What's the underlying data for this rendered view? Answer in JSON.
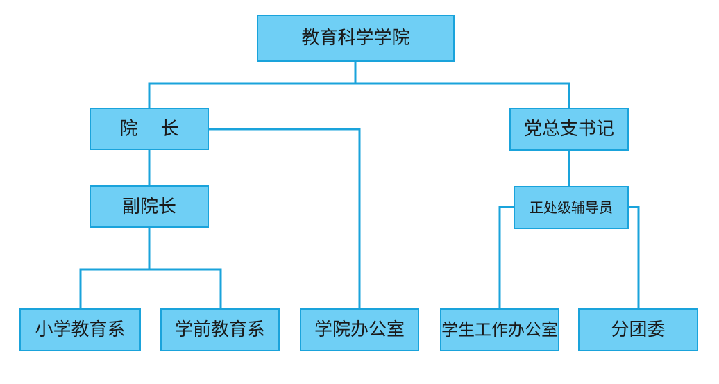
{
  "colors": {
    "node_fill": "#6fcff5",
    "node_border": "#1aa3db",
    "connector": "#1aa3db",
    "text": "#1a1a1a"
  },
  "nodes": {
    "root": "教育科学学院",
    "dean": "院    长",
    "party_secretary": "党总支书记",
    "vice_dean": "副院长",
    "counselor": "正处级辅导员",
    "primary_education": "小学教育系",
    "preschool_education": "学前教育系",
    "college_office": "学院办公室",
    "student_affairs_office": "学生工作办公室",
    "youth_league": "分团委"
  }
}
